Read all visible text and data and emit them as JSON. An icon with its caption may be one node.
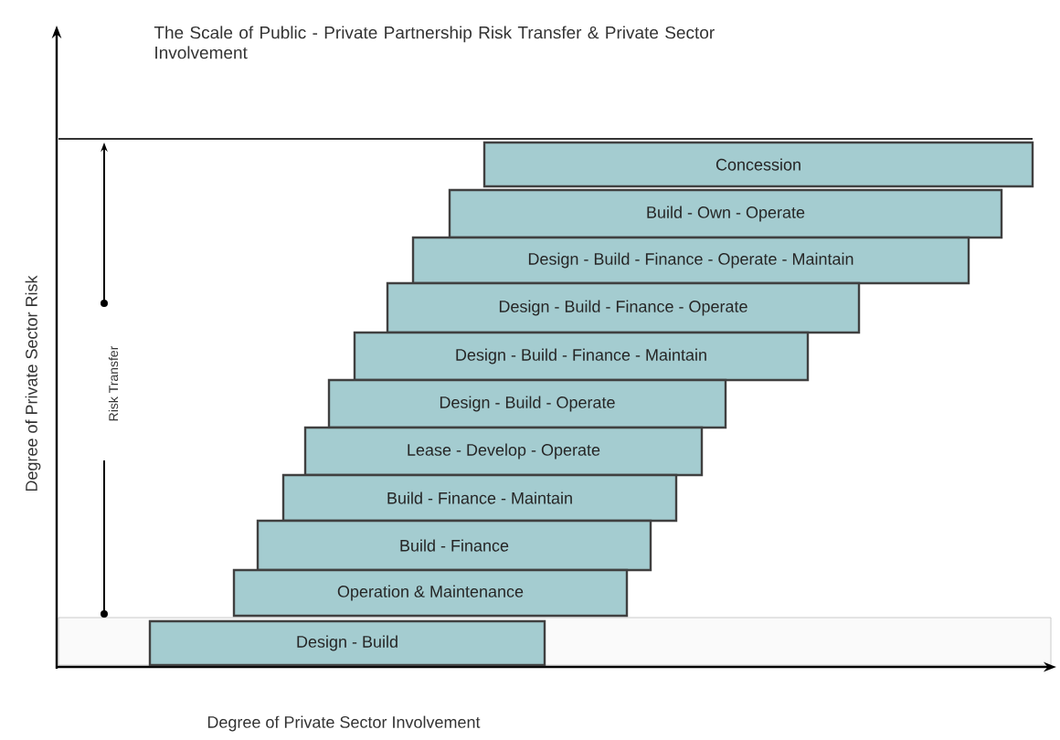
{
  "diagram": {
    "title": "The Scale of Public - Private Partnership Risk Transfer & Private Sector Involvement",
    "nodes": [
      {
        "text": [
          "Concession"
        ]
      },
      {
        "text": [
          "Build - Own - Operate"
        ]
      },
      {
        "text": [
          "Design - Build - Finance - Operate - Maintain"
        ]
      },
      {
        "text": [
          "Design - Build - Finance - Operate"
        ]
      },
      {
        "text": [
          "Design - Build - Finance - Maintain"
        ]
      },
      {
        "text": [
          "Design - Build - Operate"
        ]
      },
      {
        "text": [
          "Lease - Develop - Operate"
        ]
      },
      {
        "text": [
          "Build - Finance - Maintain"
        ]
      },
      {
        "text": [
          "Build - Finance"
        ]
      },
      {
        "text": [
          "Operation & Maintenance"
        ]
      },
      {
        "text": [
          "Design - Build"
        ]
      }
    ],
    "labels": [
      "Degree of Private Sector Risk",
      "Risk Transfer",
      "Degree of Private Sector Involvement"
    ]
  }
}
